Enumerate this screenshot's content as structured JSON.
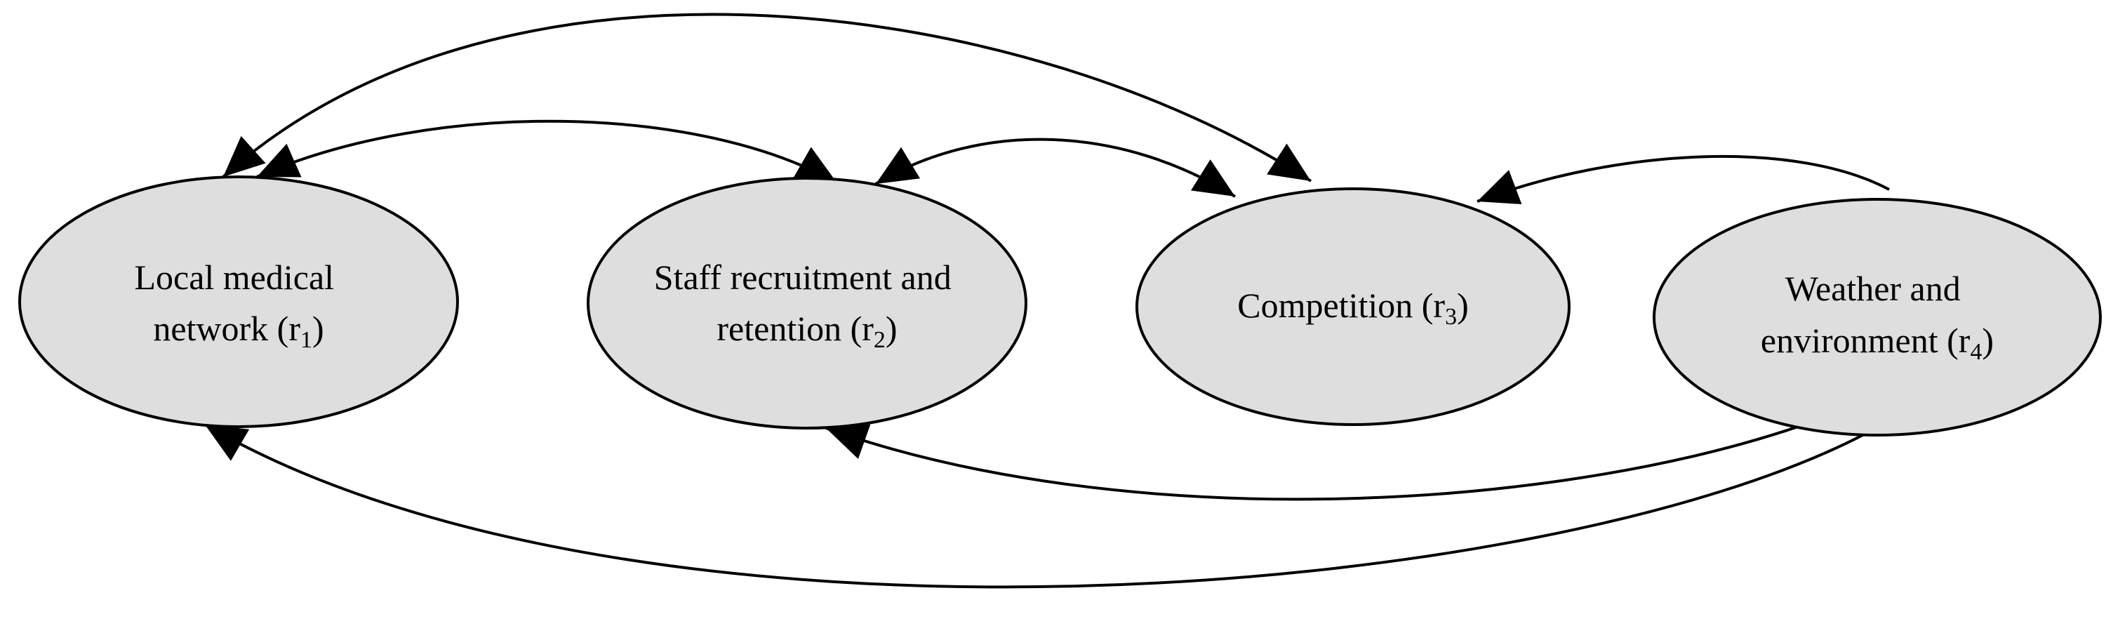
{
  "diagram": {
    "nodes": [
      {
        "id": "r1",
        "line1": "Local medical",
        "line2_pre": "network (r",
        "sub": "1",
        "line2_post": ")"
      },
      {
        "id": "r2",
        "line1": "Staff recruitment and",
        "line2_pre": "retention (r",
        "sub": "2",
        "line2_post": ")"
      },
      {
        "id": "r3",
        "line1_pre": "Competition (r",
        "sub": "3",
        "line1_post": ")"
      },
      {
        "id": "r4",
        "line1": "Weather and",
        "line2_pre": "environment (r",
        "sub": "4",
        "line2_post": ")"
      }
    ],
    "edges": [
      {
        "from": "r3",
        "to": "r1",
        "direction": "bidirectional"
      },
      {
        "from": "r2",
        "to": "r1",
        "direction": "bidirectional"
      },
      {
        "from": "r2",
        "to": "r3",
        "direction": "bidirectional"
      },
      {
        "from": "r4",
        "to": "r3",
        "direction": "forward"
      },
      {
        "from": "r4",
        "to": "r2",
        "direction": "forward"
      },
      {
        "from": "r4",
        "to": "r1",
        "direction": "forward"
      }
    ],
    "colors": {
      "node_fill": "#dedede",
      "stroke": "#000000",
      "background": "#ffffff"
    }
  }
}
